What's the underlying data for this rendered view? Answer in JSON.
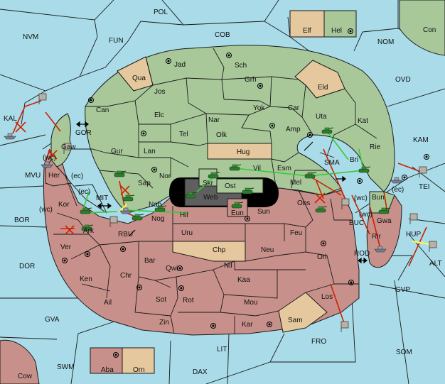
{
  "colors": {
    "sea": "#a9dbe8",
    "player_green": "#a8c89a",
    "player_red": "#c8908a",
    "neutral": "#e5c89e",
    "enemy_gray": "#5f5f5f",
    "hole": "#000000",
    "order_red": "#cc2200",
    "order_green": "#33cc33",
    "support_yellow": "#ffff44"
  },
  "icons": {
    "supply_center": "circle-dot-icon",
    "army_green": "green-tank-icon",
    "fleet_gray": "gray-ship-icon",
    "ship_flag": "gray-flag-ship-icon",
    "move_arrow": "double-arrow-icon"
  },
  "sea_labels": {
    "pol": "POL",
    "nvm": "NVM",
    "fun": "FUN",
    "cob": "COB",
    "nom": "NOM",
    "con": "Con",
    "ovd": "OVD",
    "kam": "KAM",
    "tei": "TEI",
    "kal": "KAL",
    "gor": "GOR",
    "mvu": "MVU",
    "bor": "BOR",
    "mit": "MIT",
    "rbu": "RBU",
    "dor": "DOR",
    "gva": "GVA",
    "swm": "SWM",
    "cow": "Cow",
    "dax": "DAX",
    "lit": "LIT",
    "fro": "FRO",
    "som": "SOM",
    "gvp": "GVP",
    "alt": "ALT",
    "rod": "ROD",
    "buc": "BUC",
    "sma": "SMA"
  },
  "land_labels": {
    "elf": "Elf",
    "hel": "Hel",
    "jad": "Jad",
    "sch": "Sch",
    "qua": "Qua",
    "jos": "Jos",
    "grh": "Grh",
    "eld": "Eld",
    "can": "Can",
    "elc": "Elc",
    "nar": "Nar",
    "yok": "Yok",
    "car": "Car",
    "uta": "Uta",
    "kat": "Kat",
    "gur": "Gur",
    "tel": "Tel",
    "olk": "Olk",
    "amp": "Amp",
    "rie": "Rie",
    "lan": "Lan",
    "hug": "Hug",
    "bri": "Bri",
    "gaw": "Gaw",
    "nor": "Nor",
    "sap": "Sap",
    "skr": "Skr",
    "vil": "Vil",
    "esm": "Esm",
    "mel": "Mel",
    "her": "Her",
    "web": "Web",
    "ost": "Ost",
    "kor": "Kor",
    "nab": "Nab",
    "eun": "Eun",
    "sun": "Sun",
    "obs": "Obs",
    "bun": "Bun",
    "gwa": "Gwa",
    "hil": "Hil",
    "ark": "Ark",
    "nog": "Nog",
    "uru": "Uru",
    "feu": "Feu",
    "rir": "Rir",
    "hup": "HUP",
    "ver": "Ver",
    "chp": "Chp",
    "neu": "Neu",
    "orl": "Orl",
    "bar": "Bar",
    "qwi": "Qwi",
    "nil": "Nil",
    "ken": "Ken",
    "chr": "Chr",
    "kaa": "Kaa",
    "ail": "Ail",
    "sot": "Sot",
    "rot": "Rot",
    "mou": "Mou",
    "los": "Los",
    "zin": "Zin",
    "kar": "Kar",
    "sam": "Sam",
    "aba": "Aba",
    "orn": "Orn"
  },
  "coast_tags": {
    "wc_1": "(wc)",
    "ec_1": "(ec)",
    "ec_2": "(ec)",
    "wc_2": "(wc)",
    "wc_3": "(wc)",
    "wc_4": "(wc)",
    "ec_3": "(ec)"
  }
}
